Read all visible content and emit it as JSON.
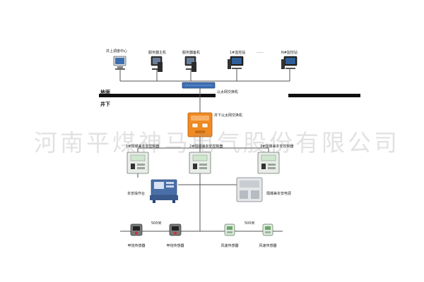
{
  "surface": {
    "ground_label": "地面",
    "underground_label": "井下",
    "computers": [
      {
        "label": "井上调度中心"
      },
      {
        "label": "服务器主机"
      },
      {
        "label": "服务器备机"
      },
      {
        "label": "1#监控站"
      },
      {
        "label": "N#监控站"
      }
    ],
    "ellipsis": "……",
    "switch_label": "以太网交换机"
  },
  "underground": {
    "switch_label": "井下以太网交换机",
    "substations": [
      {
        "label": "1#隔爆兼本安控制器"
      },
      {
        "label": "2#隔爆兼本安控制器"
      },
      {
        "label": "3#隔爆兼本安控制器"
      }
    ],
    "panel_label": "本安操作台",
    "power_label": "隔爆兼本安电源"
  },
  "sensors": {
    "distance_left": "500米",
    "distance_right": "500米",
    "items": [
      {
        "label": "甲烷传感器"
      },
      {
        "label": "甲烷传感器"
      },
      {
        "label": "风速传感器"
      },
      {
        "label": "风速传感器"
      }
    ]
  },
  "watermark": "河南平煤神马电气股份有限公司"
}
